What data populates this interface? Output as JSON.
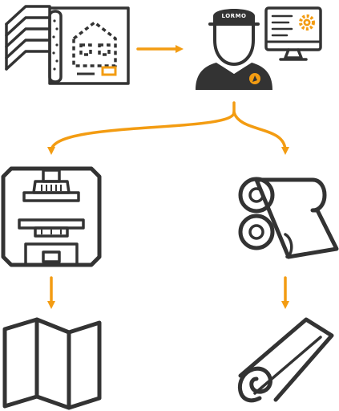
{
  "colors": {
    "outline": "#333333",
    "accent": "#F39C12",
    "background": "#FFFFFF",
    "fill_dark": "#333333"
  },
  "worker": {
    "cap_logo": "LORMO"
  },
  "nodes": [
    {
      "id": "blueprints",
      "icon": "blueprint-stack-icon"
    },
    {
      "id": "designer",
      "icon": "designer-at-computer-icon"
    },
    {
      "id": "press",
      "icon": "industrial-press-icon"
    },
    {
      "id": "rollers",
      "icon": "roll-printing-machine-icon"
    },
    {
      "id": "folded_map",
      "icon": "folded-map-icon"
    },
    {
      "id": "rolled_sheet",
      "icon": "rolled-sheet-icon"
    }
  ],
  "edges": [
    {
      "from": "blueprints",
      "to": "designer"
    },
    {
      "from": "designer",
      "to": "press"
    },
    {
      "from": "designer",
      "to": "rollers"
    },
    {
      "from": "press",
      "to": "folded_map"
    },
    {
      "from": "rollers",
      "to": "rolled_sheet"
    }
  ]
}
